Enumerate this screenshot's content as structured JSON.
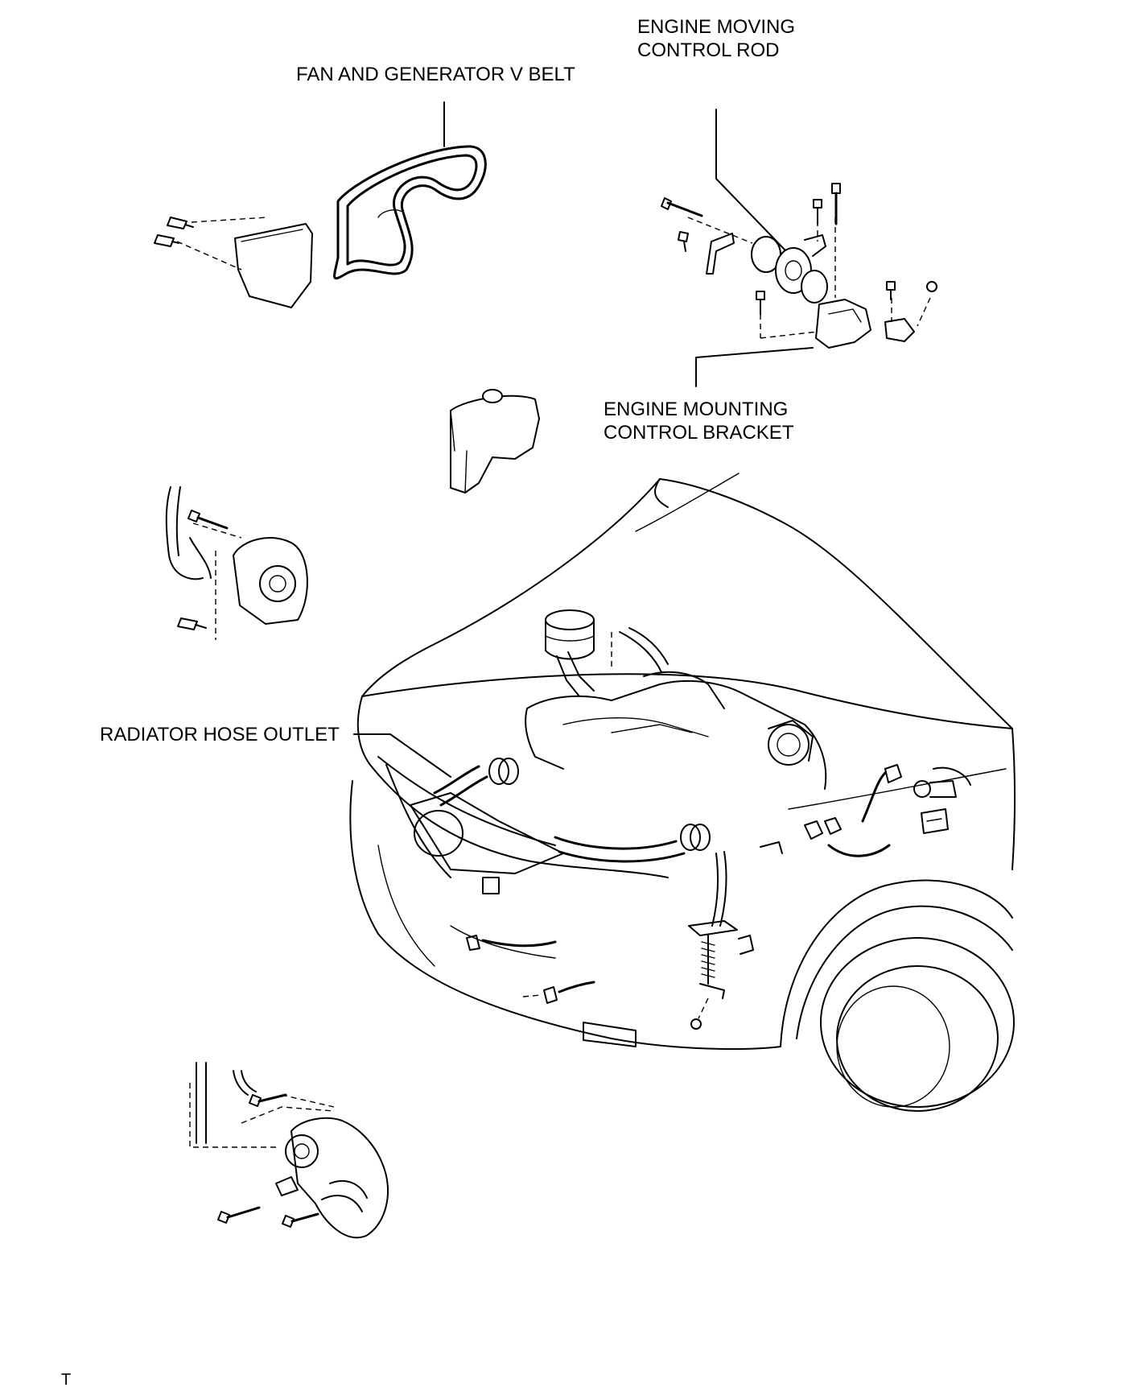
{
  "labels": {
    "fan_belt": "FAN AND GENERATOR V BELT",
    "control_rod_line1": "ENGINE MOVING",
    "control_rod_line2": "CONTROL ROD",
    "mounting_bracket_line1": "ENGINE MOUNTING",
    "mounting_bracket_line2": "CONTROL BRACKET",
    "radiator_hose": "RADIATOR HOSE OUTLET",
    "corner_mark": "T"
  },
  "colors": {
    "ink": "#000000",
    "paper": "#ffffff"
  }
}
